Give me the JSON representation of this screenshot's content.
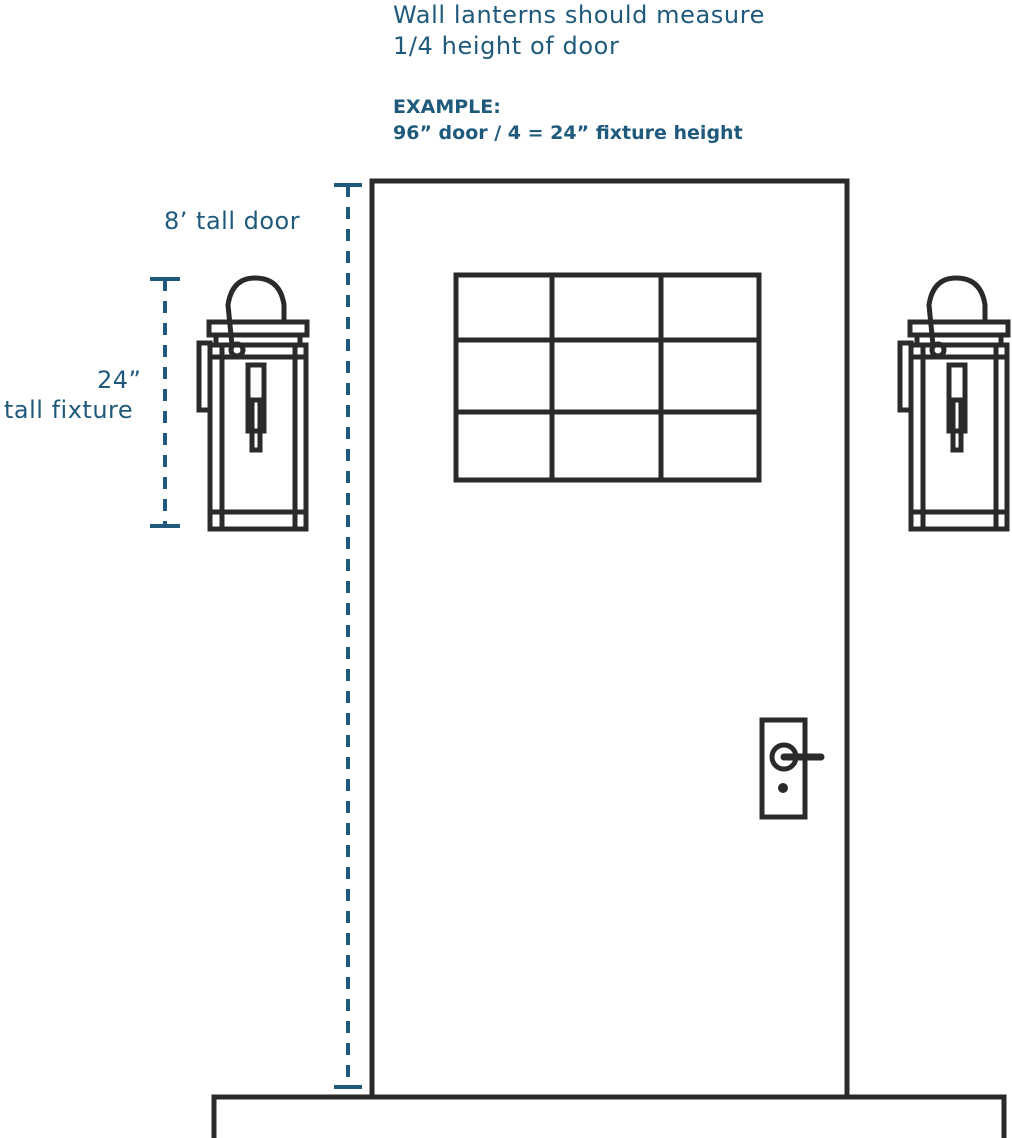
{
  "caption": {
    "line1": "Wall lanterns should measure",
    "line2": "1/4 height of door"
  },
  "example": {
    "heading": "EXAMPLE:",
    "formula": "96” door / 4 = 24” fixture height"
  },
  "door_label": "8’ tall door",
  "fixture_label": {
    "line1": "24”",
    "line2": "tall fixture"
  },
  "colors": {
    "accent": "#1f5a7c",
    "line": "#2a2a2a"
  }
}
